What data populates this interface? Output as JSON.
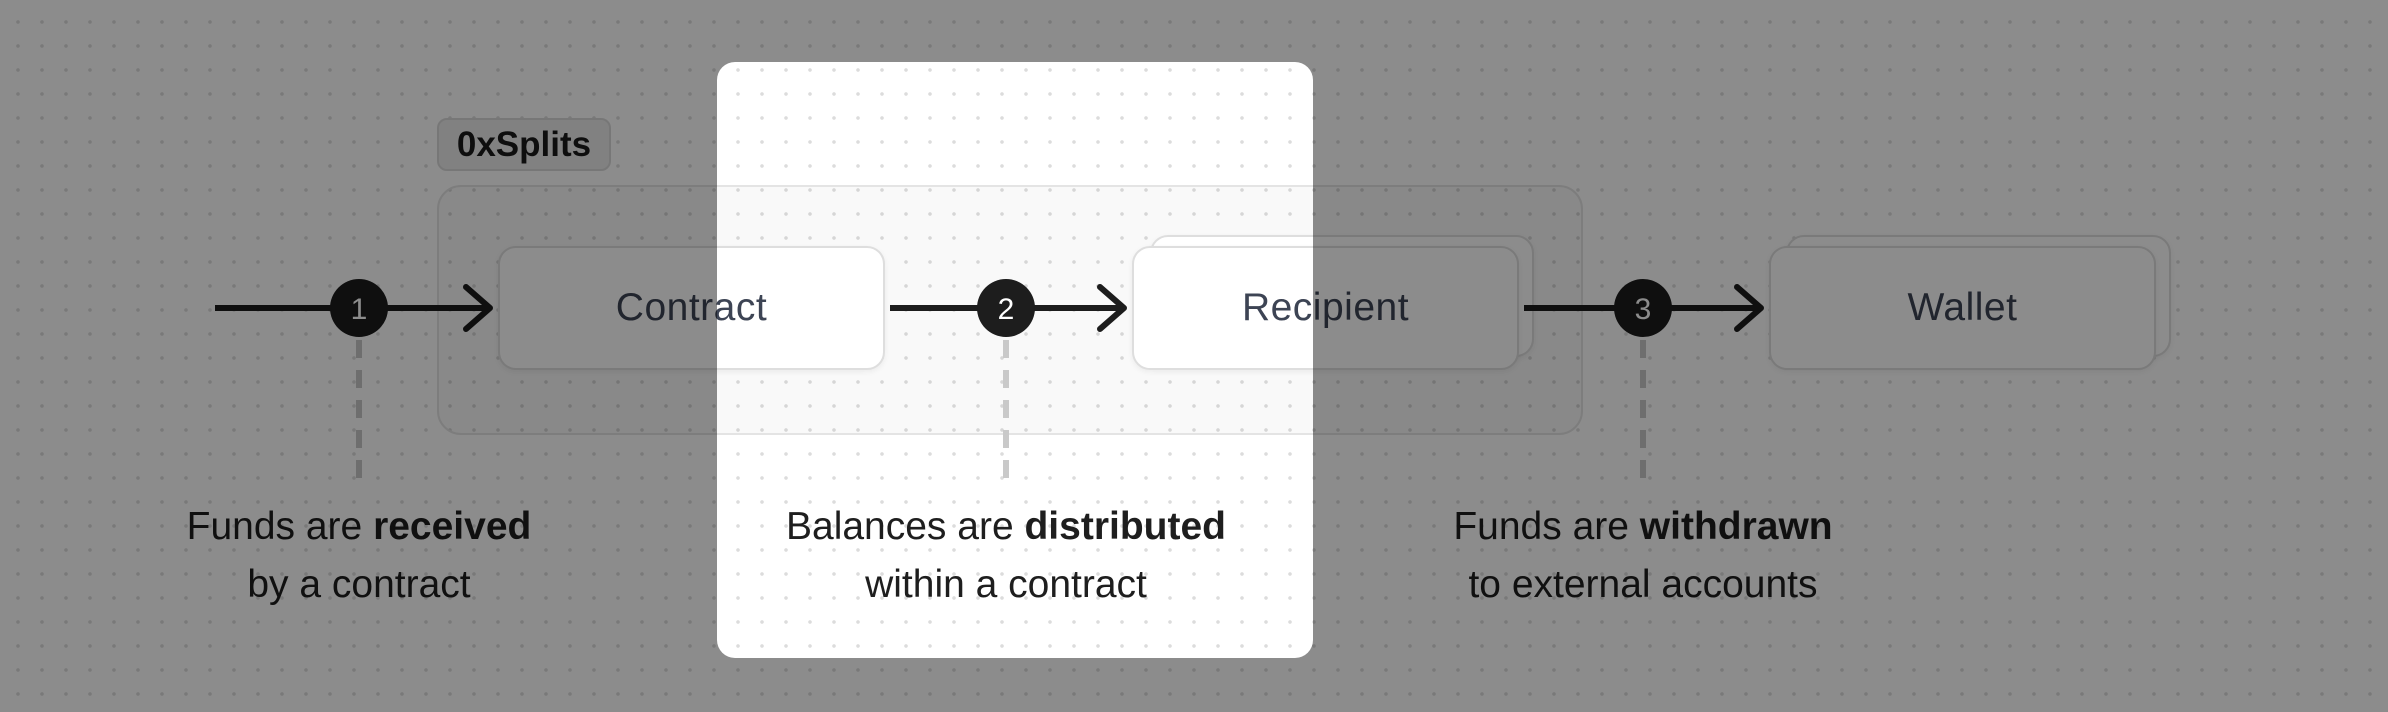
{
  "group": {
    "label": "0xSplits"
  },
  "nodes": {
    "contract": "Contract",
    "recipient": "Recipient",
    "wallet": "Wallet"
  },
  "steps": [
    {
      "number": "1",
      "caption_prefix": "Funds are ",
      "caption_bold": "received",
      "caption_suffix": "by a contract"
    },
    {
      "number": "2",
      "caption_prefix": "Balances are ",
      "caption_bold": "distributed",
      "caption_suffix": "within a contract"
    },
    {
      "number": "3",
      "caption_prefix": "Funds are ",
      "caption_bold": "withdrawn",
      "caption_suffix": "to external accounts"
    }
  ],
  "focus": {
    "highlighted_step": "2"
  },
  "colors": {
    "dim_overlay": "#000000",
    "badge": "#1d1d1d",
    "wire": "#1d1d1d",
    "node_text": "#3d4454"
  }
}
